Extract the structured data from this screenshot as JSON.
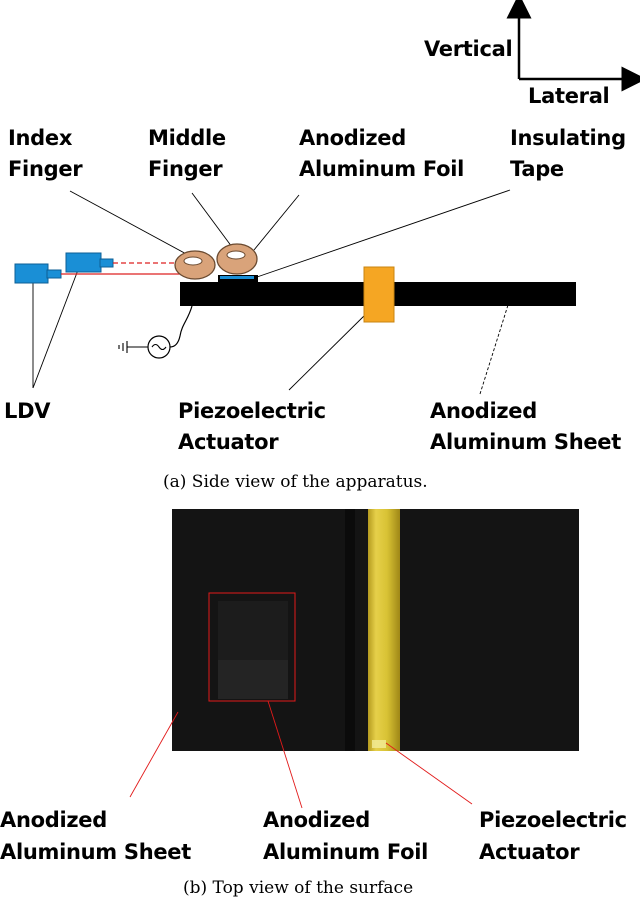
{
  "axes": {
    "vertical": "Vertical",
    "lateral": "Lateral"
  },
  "side_view": {
    "index_finger": [
      "Index",
      "Finger"
    ],
    "middle_finger": [
      "Middle",
      "Finger"
    ],
    "anodized_foil": [
      "Anodized",
      "Aluminum Foil"
    ],
    "insulating_tape": [
      "Insulating",
      "Tape"
    ],
    "ldv": "LDV",
    "piezo": [
      "Piezoelectric",
      "Actuator"
    ],
    "anodized_sheet": [
      "Anodized",
      "Aluminum Sheet"
    ],
    "caption": "(a)  Side view of the apparatus."
  },
  "top_view": {
    "anodized_sheet": [
      "Anodized",
      "Aluminum Sheet"
    ],
    "anodized_foil": [
      "Anodized",
      "Aluminum Foil"
    ],
    "piezo": [
      "Piezoelectric",
      "Actuator"
    ],
    "caption": "(b)  Top view of the surface"
  },
  "colors": {
    "sheet": "#000000",
    "ldv": "#1a8fd6",
    "finger": "#d9a37a",
    "piezo": "#f5a623",
    "photo_bg": "#141414",
    "piezo_strip": "#d8c234",
    "highlight": "#e21a1a",
    "leader": "#000000"
  }
}
